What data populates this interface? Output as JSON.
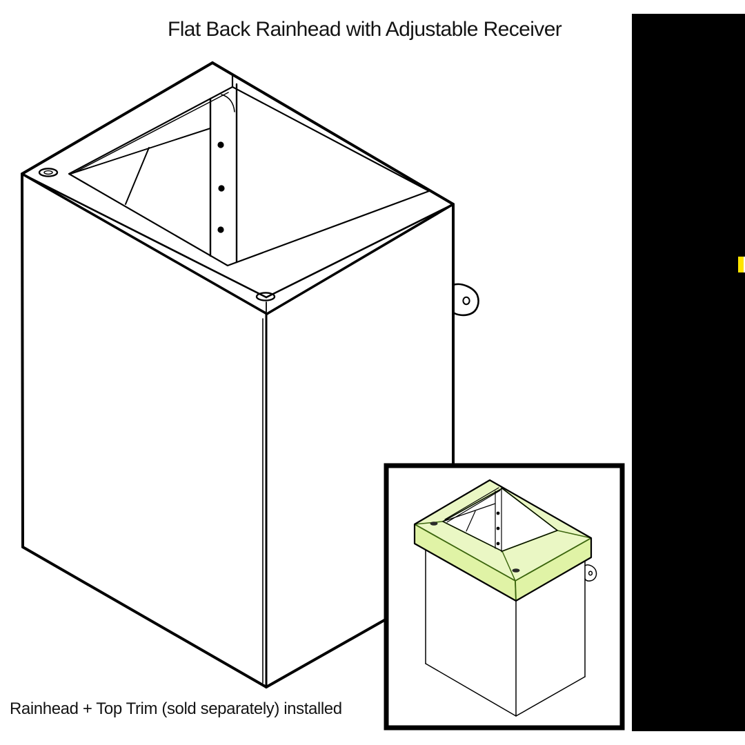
{
  "title": {
    "text": "Flat Back Rainhead with Adjustable Receiver"
  },
  "caption": {
    "text": "Rainhead + Top Trim (sold separately) installed"
  },
  "figure": {
    "name": "flat-back-rainhead-isometric-line-drawing",
    "receiver_hole_count": 3,
    "line_color": "#000000",
    "background": "#ffffff"
  },
  "inset": {
    "name": "rainhead-with-top-trim-installed-view",
    "border_color": "#000000",
    "trim_fill_top": "#eaf7c4",
    "trim_fill_front": "#e0f3a6",
    "trim_stroke": "#3c660e",
    "trim_hole_count": 3
  },
  "right_bar": {
    "color": "#000000",
    "highlight_color": "#ffe400",
    "highlight_gap_color": "#ffffff"
  }
}
